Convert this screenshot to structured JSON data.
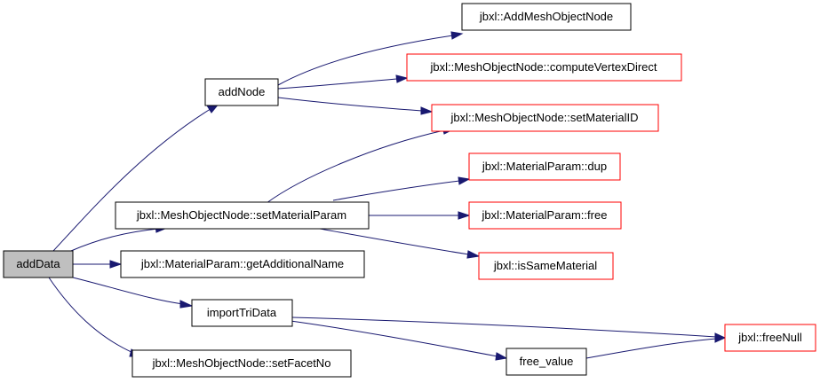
{
  "graph": {
    "colors": {
      "edge": "#191970",
      "node_border": "#000000",
      "external_border": "#ff0000",
      "root_fill": "#bfbfbf"
    },
    "nodes": {
      "addData": "addData",
      "addNode": "addNode",
      "setMaterialParam": "jbxl::MeshObjectNode::setMaterialParam",
      "getAdditionalName": "jbxl::MaterialParam::getAdditionalName",
      "importTriData": "importTriData",
      "setFacetNo": "jbxl::MeshObjectNode::setFacetNo",
      "AddMeshObjectNode": "jbxl::AddMeshObjectNode",
      "computeVertexDirect": "jbxl::MeshObjectNode::computeVertexDirect",
      "setMaterialID": "jbxl::MeshObjectNode::setMaterialID",
      "dup": "jbxl::MaterialParam::dup",
      "free": "jbxl::MaterialParam::free",
      "isSameMaterial": "jbxl::isSameMaterial",
      "free_value": "free_value",
      "freeNull": "jbxl::freeNull"
    },
    "edges": [
      [
        "addData",
        "addNode"
      ],
      [
        "addData",
        "setMaterialParam"
      ],
      [
        "addData",
        "getAdditionalName"
      ],
      [
        "addData",
        "importTriData"
      ],
      [
        "addData",
        "setFacetNo"
      ],
      [
        "addNode",
        "AddMeshObjectNode"
      ],
      [
        "addNode",
        "computeVertexDirect"
      ],
      [
        "addNode",
        "setMaterialID"
      ],
      [
        "setMaterialParam",
        "setMaterialID"
      ],
      [
        "setMaterialParam",
        "dup"
      ],
      [
        "setMaterialParam",
        "free"
      ],
      [
        "setMaterialParam",
        "isSameMaterial"
      ],
      [
        "importTriData",
        "freeNull"
      ],
      [
        "importTriData",
        "free_value"
      ],
      [
        "free_value",
        "freeNull"
      ]
    ]
  }
}
